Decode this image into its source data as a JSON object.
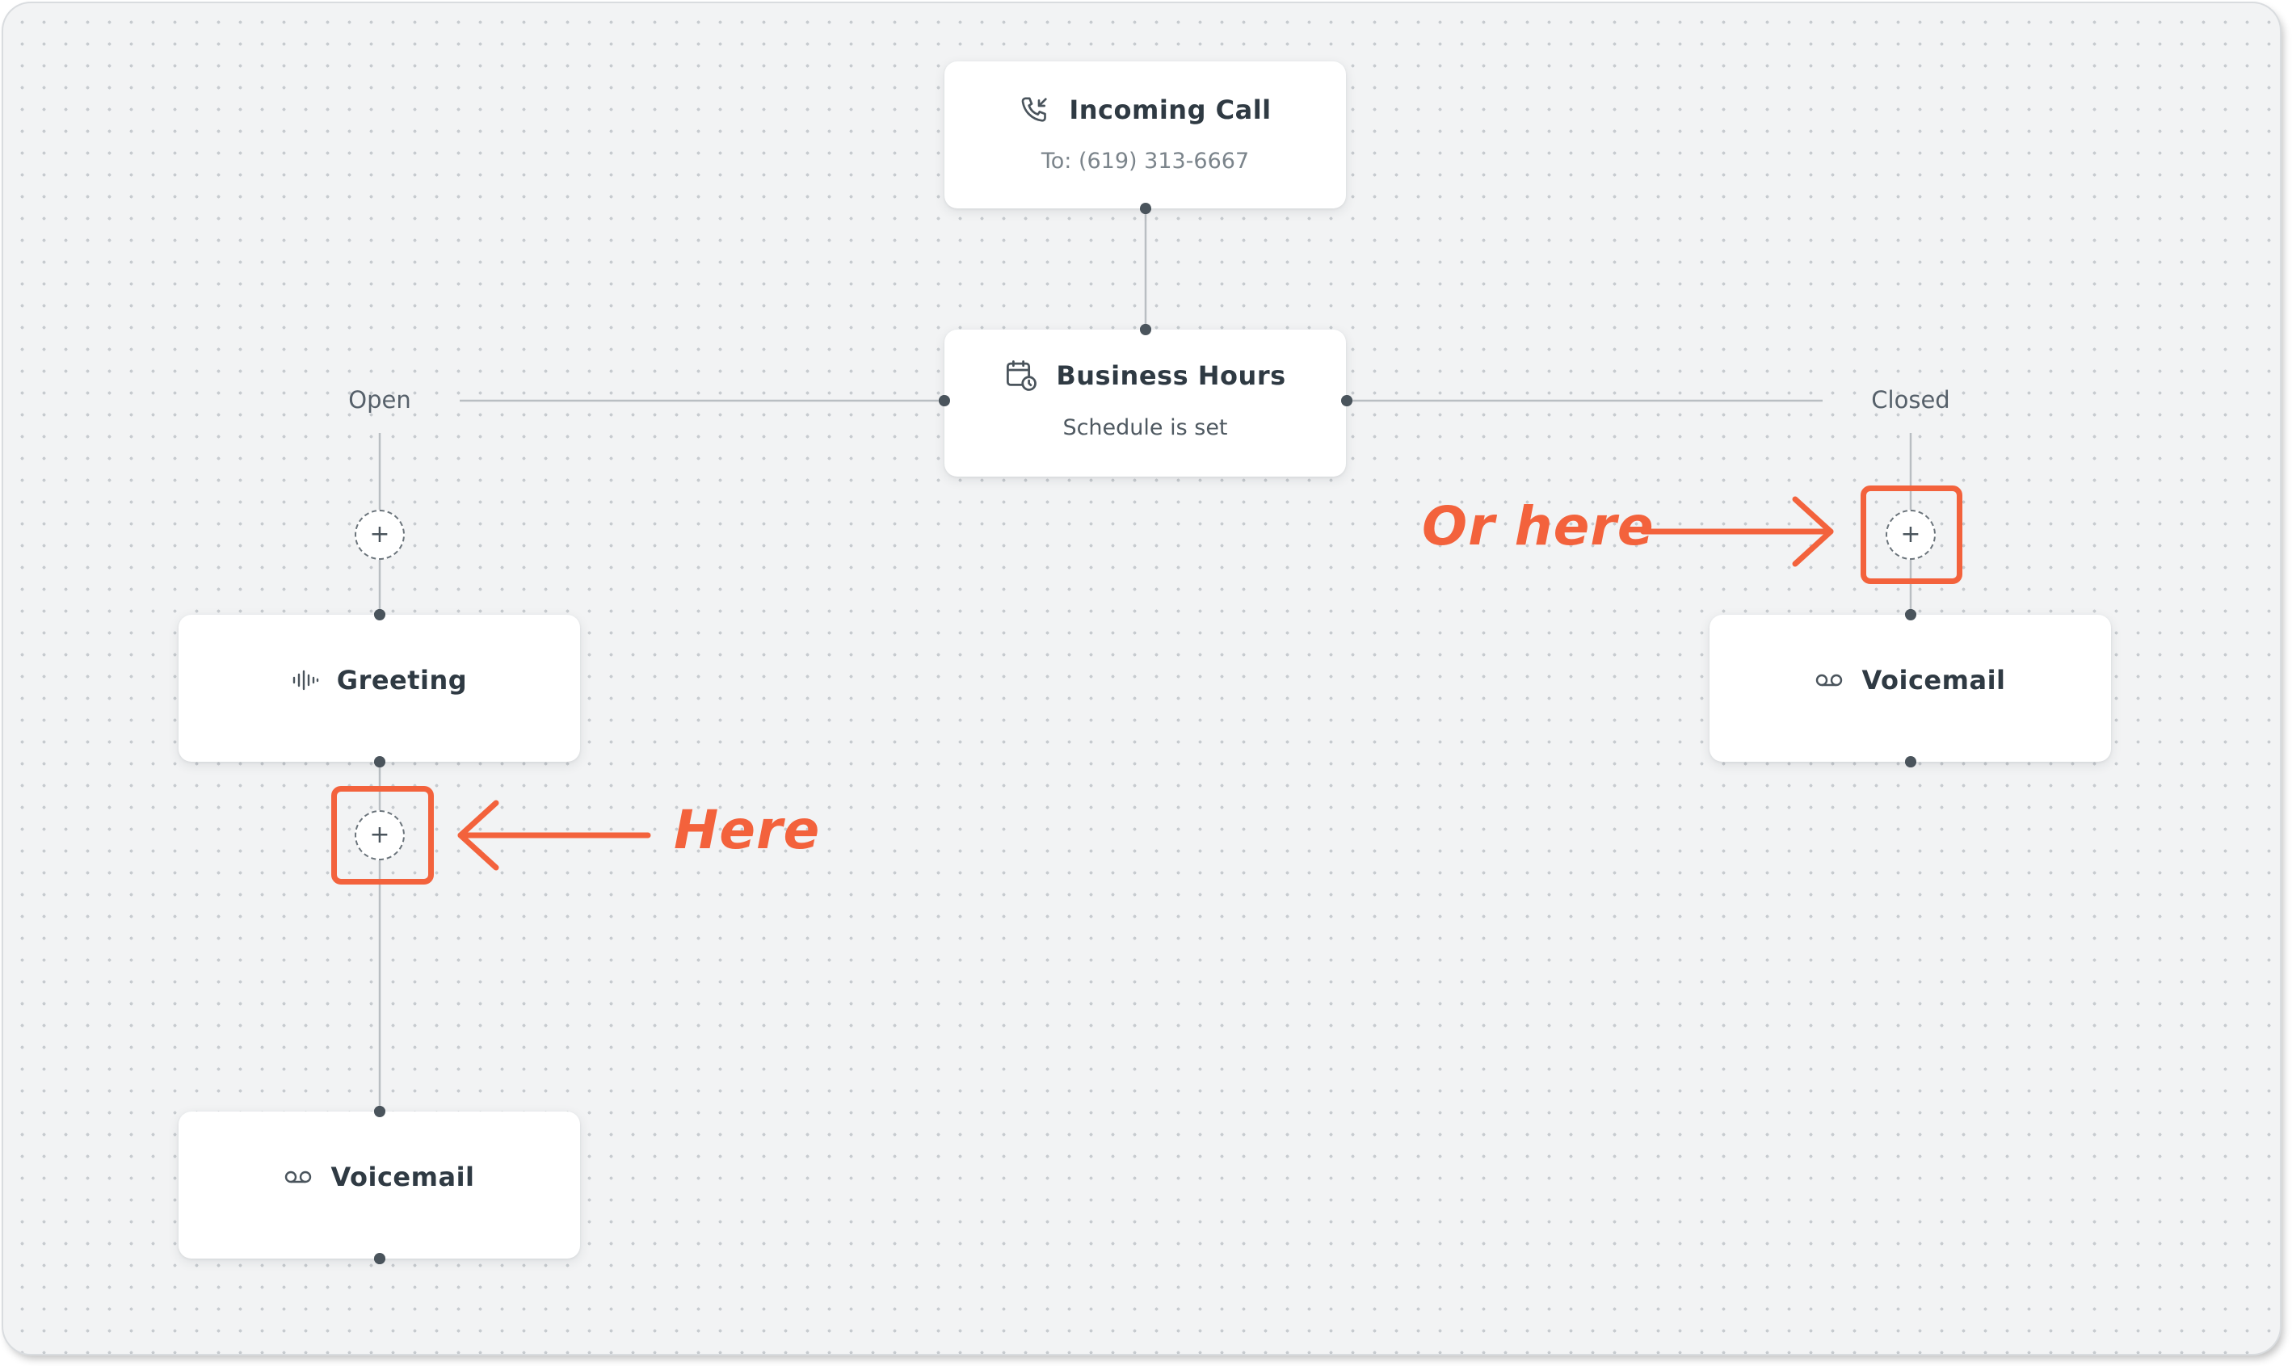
{
  "nodes": {
    "incoming_call": {
      "title": "Incoming Call",
      "subtitle": "To: (619) 313-6667",
      "icon": "phone-incoming-icon"
    },
    "business_hours": {
      "title": "Business Hours",
      "subtitle": "Schedule is set",
      "icon": "calendar-clock-icon"
    },
    "greeting": {
      "title": "Greeting",
      "icon": "audio-wave-icon"
    },
    "voicemail_open": {
      "title": "Voicemail",
      "icon": "voicemail-icon"
    },
    "voicemail_closed": {
      "title": "Voicemail",
      "icon": "voicemail-icon"
    }
  },
  "branches": {
    "open": "Open",
    "closed": "Closed"
  },
  "add_step": {
    "symbol": "+"
  },
  "annotations": {
    "here": "Here",
    "or_here": "Or here"
  },
  "colors": {
    "accent": "#f3623c",
    "canvas": "#f2f3f4",
    "text": "#2f3a43",
    "wire": "#b9bec2",
    "handle": "#4a545c"
  }
}
